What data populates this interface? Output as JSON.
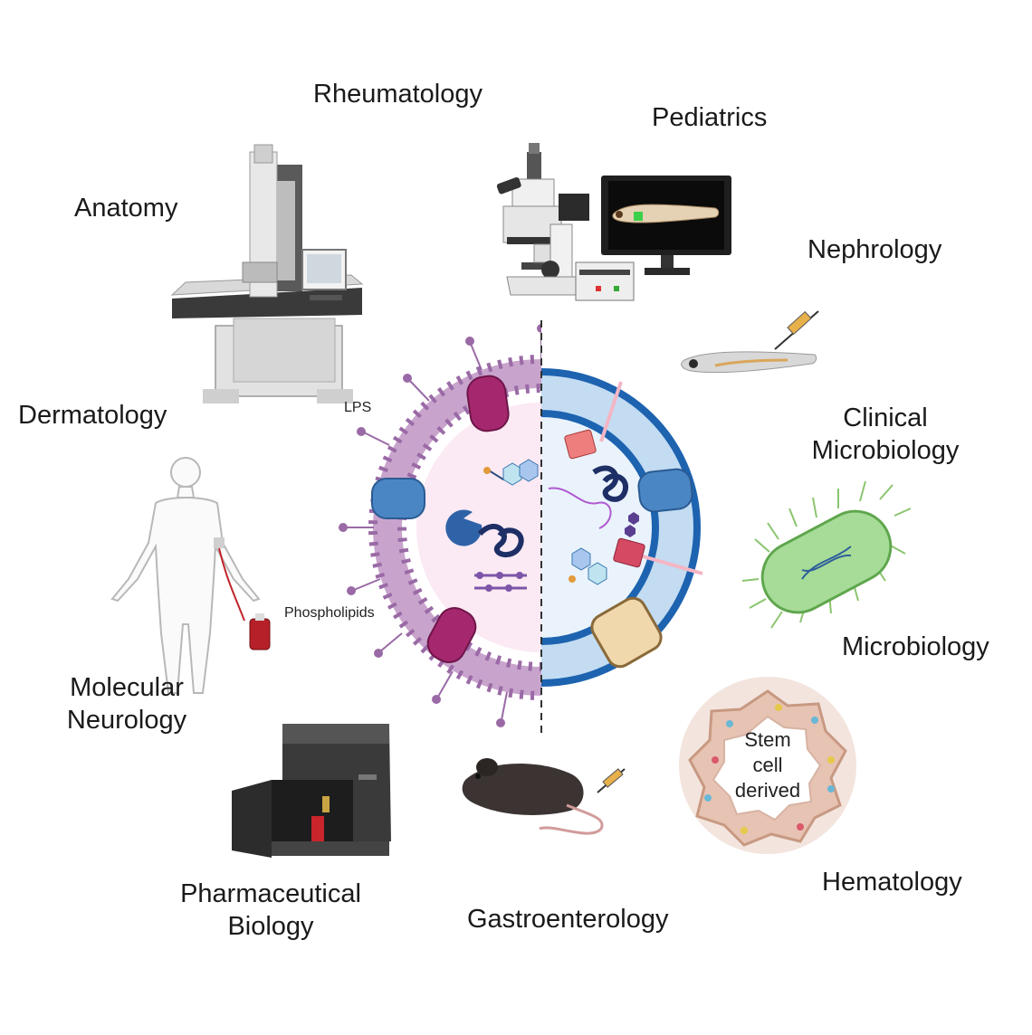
{
  "fields": {
    "rheumatology": "Rheumatology",
    "pediatrics": "Pediatrics",
    "anatomy": "Anatomy",
    "nephrology": "Nephrology",
    "dermatology": "Dermatology",
    "clinical_microbiology": [
      "Clinical",
      "Microbiology"
    ],
    "molecular_neurology": [
      "Molecular",
      "Neurology"
    ],
    "microbiology": "Microbiology",
    "pharmaceutical_biology": [
      "Pharmaceutical",
      "Biology"
    ],
    "gastroenterology": "Gastroenterology",
    "hematology": "Hematology"
  },
  "annotations": {
    "lps": "LPS",
    "phospholipids": "Phospholipids",
    "stem_cell": [
      "Stem",
      "cell",
      "derived"
    ]
  },
  "colors": {
    "membrane_purple": "#9a6aa6",
    "porin_blue": "#4a86c4",
    "protein_magenta": "#a5286e",
    "cell_wall_blue": "#1d63b0",
    "periplasm_light_blue": "#c3dcf2",
    "bacterium_green": "#9fd88f"
  }
}
